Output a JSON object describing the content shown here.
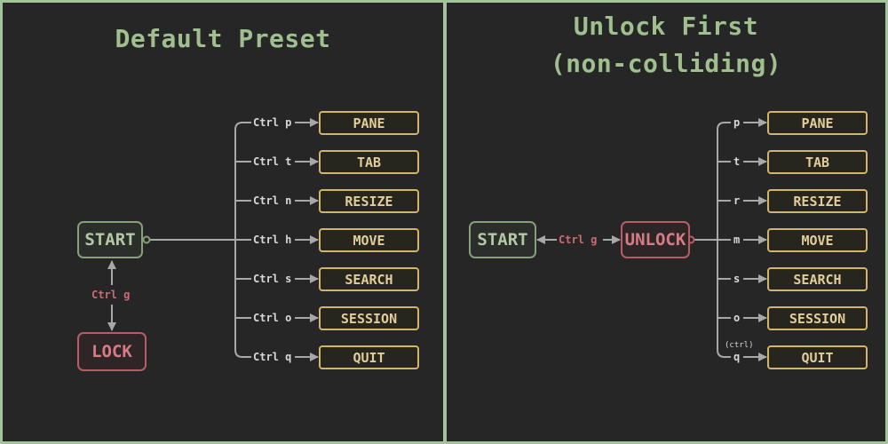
{
  "colors": {
    "background": "#262626",
    "frame": "#a3c49a",
    "title": "#9fbf8e",
    "start_border": "#85a07a",
    "lock_border": "#b85c66",
    "mode_border": "#d4b46a",
    "line": "#a8a8a8"
  },
  "left": {
    "title": "Default Preset",
    "start": "START",
    "lock": "LOCK",
    "toggle_key": "Ctrl g",
    "keys": [
      "Ctrl p",
      "Ctrl t",
      "Ctrl n",
      "Ctrl h",
      "Ctrl s",
      "Ctrl o",
      "Ctrl q"
    ],
    "modes": [
      "PANE",
      "TAB",
      "RESIZE",
      "MOVE",
      "SEARCH",
      "SESSION",
      "QUIT"
    ]
  },
  "right": {
    "title_line1": "Unlock First",
    "title_line2": "(non-colliding)",
    "start": "START",
    "unlock": "UNLOCK",
    "toggle_key": "Ctrl g",
    "keys": [
      "p",
      "t",
      "r",
      "m",
      "s",
      "o",
      "q"
    ],
    "quit_modifier": "(ctrl)",
    "modes": [
      "PANE",
      "TAB",
      "RESIZE",
      "MOVE",
      "SEARCH",
      "SESSION",
      "QUIT"
    ]
  }
}
